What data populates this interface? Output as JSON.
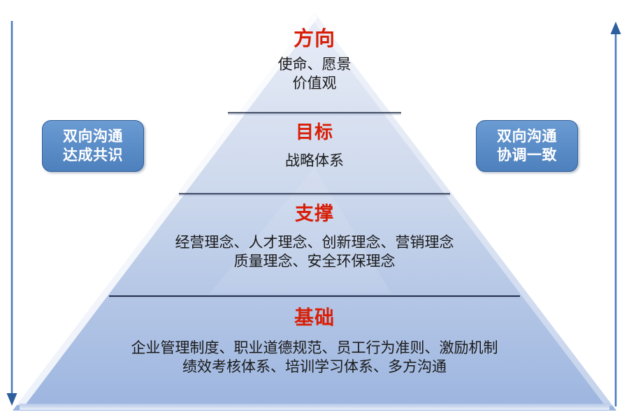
{
  "diagram": {
    "kind": "pyramid",
    "tier_count": 4,
    "colors": {
      "tier_title": "#d81e06",
      "tier_body": "#1a1a1a",
      "pyramid_apex_fill": "#e4eaf5",
      "pyramid_base_fill": "#9fb8e0",
      "pyramid_edge": "#ffffff",
      "divider_line": "#1f2a44",
      "badge_fill": "#5b8dc8",
      "badge_border": "#2e5d96",
      "badge_text": "#ffffff",
      "arrow": "#4a7cc0"
    },
    "tiers": [
      {
        "level": 1,
        "title": "方向",
        "body": "使命、愿景\n价值观"
      },
      {
        "level": 2,
        "title": "目标",
        "body": "战略体系"
      },
      {
        "level": 3,
        "title": "支撑",
        "body": "经营理念、人才理念、创新理念、营销理念\n质量理念、安全环保理念"
      },
      {
        "level": 4,
        "title": "基础",
        "body": "企业管理制度、职业道德规范、员工行为准则、激励机制\n绩效考核体系、培训学习体系、多方沟通"
      }
    ],
    "badges": [
      {
        "side": "left",
        "line1": "双向沟通",
        "line2": "达成共识"
      },
      {
        "side": "right",
        "line1": "双向沟通",
        "line2": "协调一致"
      }
    ],
    "arrows": [
      {
        "side": "left",
        "direction": "down",
        "icon": "arrow-down-icon"
      },
      {
        "side": "right",
        "direction": "up",
        "icon": "arrow-up-icon"
      }
    ]
  }
}
